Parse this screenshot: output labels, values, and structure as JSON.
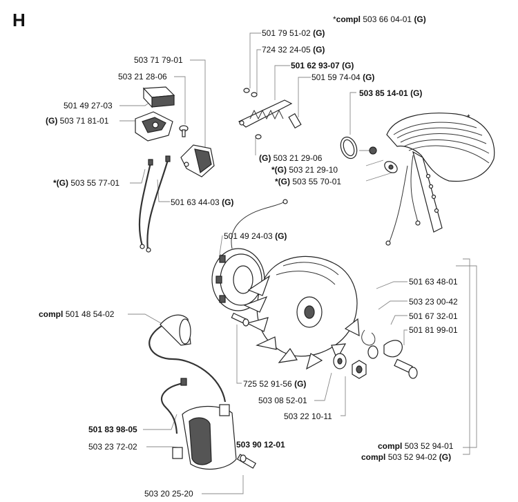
{
  "section_letter": "H",
  "labels": [
    {
      "id": "l01",
      "prefix": "*",
      "bold_prefix": "compl",
      "number": "503 66 04-01",
      "suffix": "(G)",
      "bold_number": false
    },
    {
      "id": "l02",
      "prefix": "",
      "bold_prefix": "",
      "number": "501 79 51-02",
      "suffix": "(G)",
      "bold_number": false
    },
    {
      "id": "l03",
      "prefix": "",
      "bold_prefix": "",
      "number": "724 32 24-05",
      "suffix": "(G)",
      "bold_number": false
    },
    {
      "id": "l04",
      "prefix": "",
      "bold_prefix": "",
      "number": "501 62 93-07",
      "suffix": "(G)",
      "bold_number": true
    },
    {
      "id": "l05",
      "prefix": "",
      "bold_prefix": "",
      "number": "501 59 74-04",
      "suffix": "(G)",
      "bold_number": false
    },
    {
      "id": "l06",
      "prefix": "",
      "bold_prefix": "",
      "number": "503 85 14-01",
      "suffix": "(G)",
      "bold_number": true
    },
    {
      "id": "l07",
      "prefix": "",
      "bold_prefix": "",
      "number": "503 71 79-01",
      "suffix": "",
      "bold_number": false
    },
    {
      "id": "l08",
      "prefix": "",
      "bold_prefix": "",
      "number": "503 21 28-06",
      "suffix": "",
      "bold_number": false
    },
    {
      "id": "l09",
      "prefix": "",
      "bold_prefix": "",
      "number": "501 49 27-03",
      "suffix": "",
      "bold_number": false
    },
    {
      "id": "l10",
      "prefix": "(G)",
      "bold_prefix": "",
      "number": "503 71 81-01",
      "suffix": "",
      "bold_number": false
    },
    {
      "id": "l11",
      "prefix": "(G)",
      "bold_prefix": "",
      "number": "503 21 29-06",
      "suffix": "",
      "bold_number": false
    },
    {
      "id": "l12",
      "prefix": "*(G)",
      "bold_prefix": "",
      "number": "503 21 29-10",
      "suffix": "",
      "bold_number": false
    },
    {
      "id": "l13",
      "prefix": "*(G)",
      "bold_prefix": "",
      "number": "503 55 70-01",
      "suffix": "",
      "bold_number": false
    },
    {
      "id": "l14",
      "prefix": "*(G)",
      "bold_prefix": "",
      "number": "503 55 77-01",
      "suffix": "",
      "bold_number": false
    },
    {
      "id": "l15",
      "prefix": "",
      "bold_prefix": "",
      "number": "501 63 44-03",
      "suffix": "(G)",
      "bold_number": false
    },
    {
      "id": "l16",
      "prefix": "",
      "bold_prefix": "",
      "number": "501 49 24-03",
      "suffix": "(G)",
      "bold_number": false
    },
    {
      "id": "l17",
      "prefix": "",
      "bold_prefix": "",
      "number": "501 63 48-01",
      "suffix": "",
      "bold_number": false
    },
    {
      "id": "l18",
      "prefix": "",
      "bold_prefix": "",
      "number": "503 23 00-42",
      "suffix": "",
      "bold_number": false
    },
    {
      "id": "l19",
      "prefix": "",
      "bold_prefix": "",
      "number": "501 67 32-01",
      "suffix": "",
      "bold_number": false
    },
    {
      "id": "l20",
      "prefix": "",
      "bold_prefix": "",
      "number": "501 81 99-01",
      "suffix": "",
      "bold_number": false
    },
    {
      "id": "l21",
      "prefix": "",
      "bold_prefix": "compl",
      "number": "501 48 54-02",
      "suffix": "",
      "bold_number": false
    },
    {
      "id": "l22",
      "prefix": "",
      "bold_prefix": "",
      "number": "725 52 91-56",
      "suffix": "(G)",
      "bold_number": false
    },
    {
      "id": "l23",
      "prefix": "",
      "bold_prefix": "",
      "number": "503 08 52-01",
      "suffix": "",
      "bold_number": false
    },
    {
      "id": "l24",
      "prefix": "",
      "bold_prefix": "",
      "number": "503 22 10-11",
      "suffix": "",
      "bold_number": false
    },
    {
      "id": "l25",
      "prefix": "",
      "bold_prefix": "",
      "number": "501 83 98-05",
      "suffix": "",
      "bold_number": true
    },
    {
      "id": "l26",
      "prefix": "",
      "bold_prefix": "",
      "number": "503 90 12-01",
      "suffix": "",
      "bold_number": true
    },
    {
      "id": "l27",
      "prefix": "",
      "bold_prefix": "",
      "number": "503 23 72-02",
      "suffix": "",
      "bold_number": false
    },
    {
      "id": "l28",
      "prefix": "",
      "bold_prefix": "compl",
      "number": "503 52 94-01",
      "suffix": "",
      "bold_number": false
    },
    {
      "id": "l29",
      "prefix": "",
      "bold_prefix": "compl",
      "number": "503 52 94-02",
      "suffix": "(G)",
      "bold_number": false
    },
    {
      "id": "l30",
      "prefix": "",
      "bold_prefix": "",
      "number": "503 20 25-20",
      "suffix": "",
      "bold_number": false
    },
    {
      "id": "l31",
      "prefix": "*",
      "bold_prefix": "",
      "number": "",
      "suffix": "",
      "bold_number": false
    }
  ]
}
